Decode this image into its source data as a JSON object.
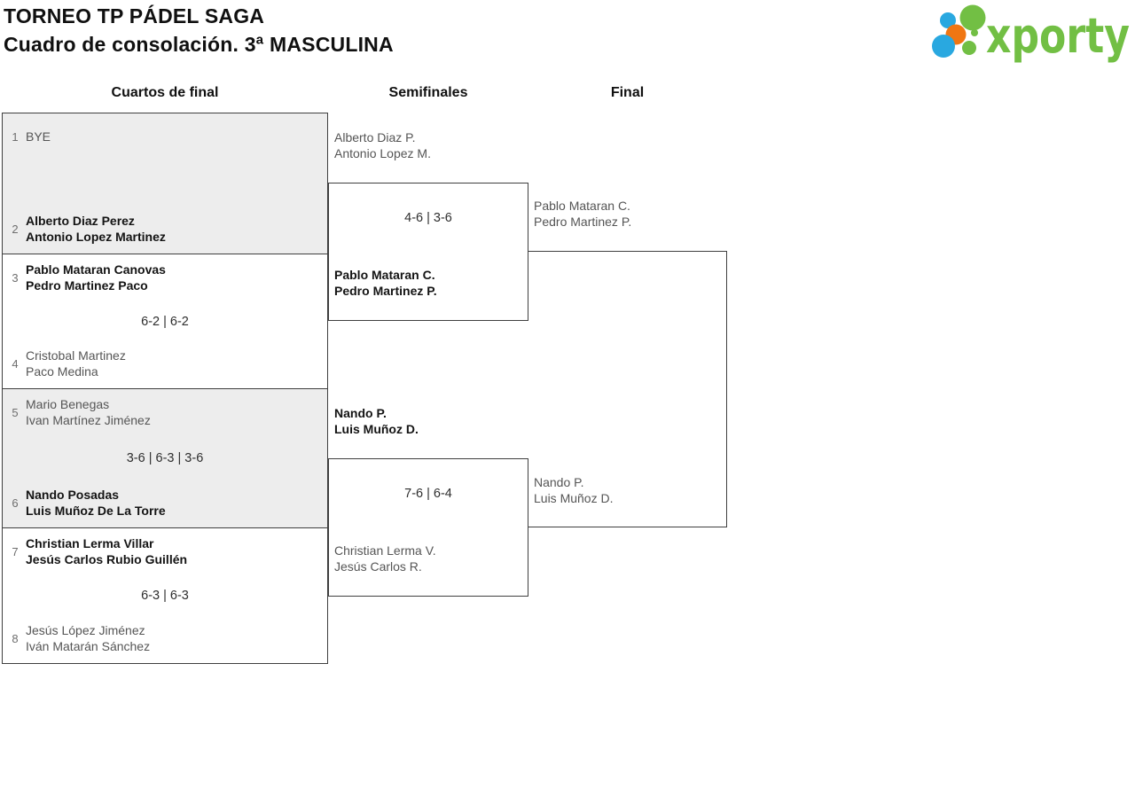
{
  "header": {
    "title_line1": "TORNEO TP PÁDEL SAGA",
    "title_line2": "Cuadro de consolación. 3ª MASCULINA",
    "logo_text": "xporty"
  },
  "columns": {
    "quarterfinals_label": "Cuartos de final",
    "semifinals_label": "Semifinales",
    "final_label": "Final"
  },
  "bracket": {
    "quarterfinals": [
      {
        "top": {
          "seed": "1",
          "players": [
            "BYE"
          ],
          "winner": false
        },
        "score": "",
        "bottom": {
          "seed": "2",
          "players": [
            "Alberto Diaz Perez",
            "Antonio Lopez Martinez"
          ],
          "winner": true
        }
      },
      {
        "top": {
          "seed": "3",
          "players": [
            "Pablo Mataran Canovas",
            "Pedro Martinez Paco"
          ],
          "winner": true
        },
        "score": "6-2 | 6-2",
        "bottom": {
          "seed": "4",
          "players": [
            "Cristobal Martinez",
            "Paco Medina"
          ],
          "winner": false
        }
      },
      {
        "top": {
          "seed": "5",
          "players": [
            "Mario Benegas",
            "Ivan Martínez Jiménez"
          ],
          "winner": false
        },
        "score": "3-6 | 6-3 | 3-6",
        "bottom": {
          "seed": "6",
          "players": [
            "Nando Posadas",
            "Luis Muñoz De La Torre"
          ],
          "winner": true
        }
      },
      {
        "top": {
          "seed": "7",
          "players": [
            "Christian Lerma Villar",
            "Jesús Carlos Rubio Guillén"
          ],
          "winner": true
        },
        "score": "6-3 | 6-3",
        "bottom": {
          "seed": "8",
          "players": [
            "Jesús López Jiménez",
            "Iván Matarán Sánchez"
          ],
          "winner": false
        }
      }
    ],
    "semifinals": [
      {
        "top": {
          "players": [
            "Alberto Diaz P.",
            "Antonio Lopez M."
          ],
          "winner": false
        },
        "score": "4-6 | 3-6",
        "bottom": {
          "players": [
            "Pablo Mataran C.",
            "Pedro Martinez P."
          ],
          "winner": true
        }
      },
      {
        "top": {
          "players": [
            "Nando P.",
            "Luis Muñoz D."
          ],
          "winner": true
        },
        "score": "7-6 | 6-4",
        "bottom": {
          "players": [
            "Christian Lerma V.",
            "Jesús Carlos R."
          ],
          "winner": false
        }
      }
    ],
    "final": {
      "top": {
        "players": [
          "Pablo Mataran C.",
          "Pedro Martinez P."
        ],
        "winner": false
      },
      "score": "",
      "bottom": {
        "players": [
          "Nando P.",
          "Luis Muñoz D."
        ],
        "winner": false
      }
    }
  },
  "colors": {
    "brand_green": "#72bf44",
    "brand_blue": "#29a8e0",
    "brand_orange": "#f07613",
    "block_gray": "#ededed",
    "border": "#3f3f3f",
    "winner_text": "#141414",
    "loser_text": "#555555"
  }
}
